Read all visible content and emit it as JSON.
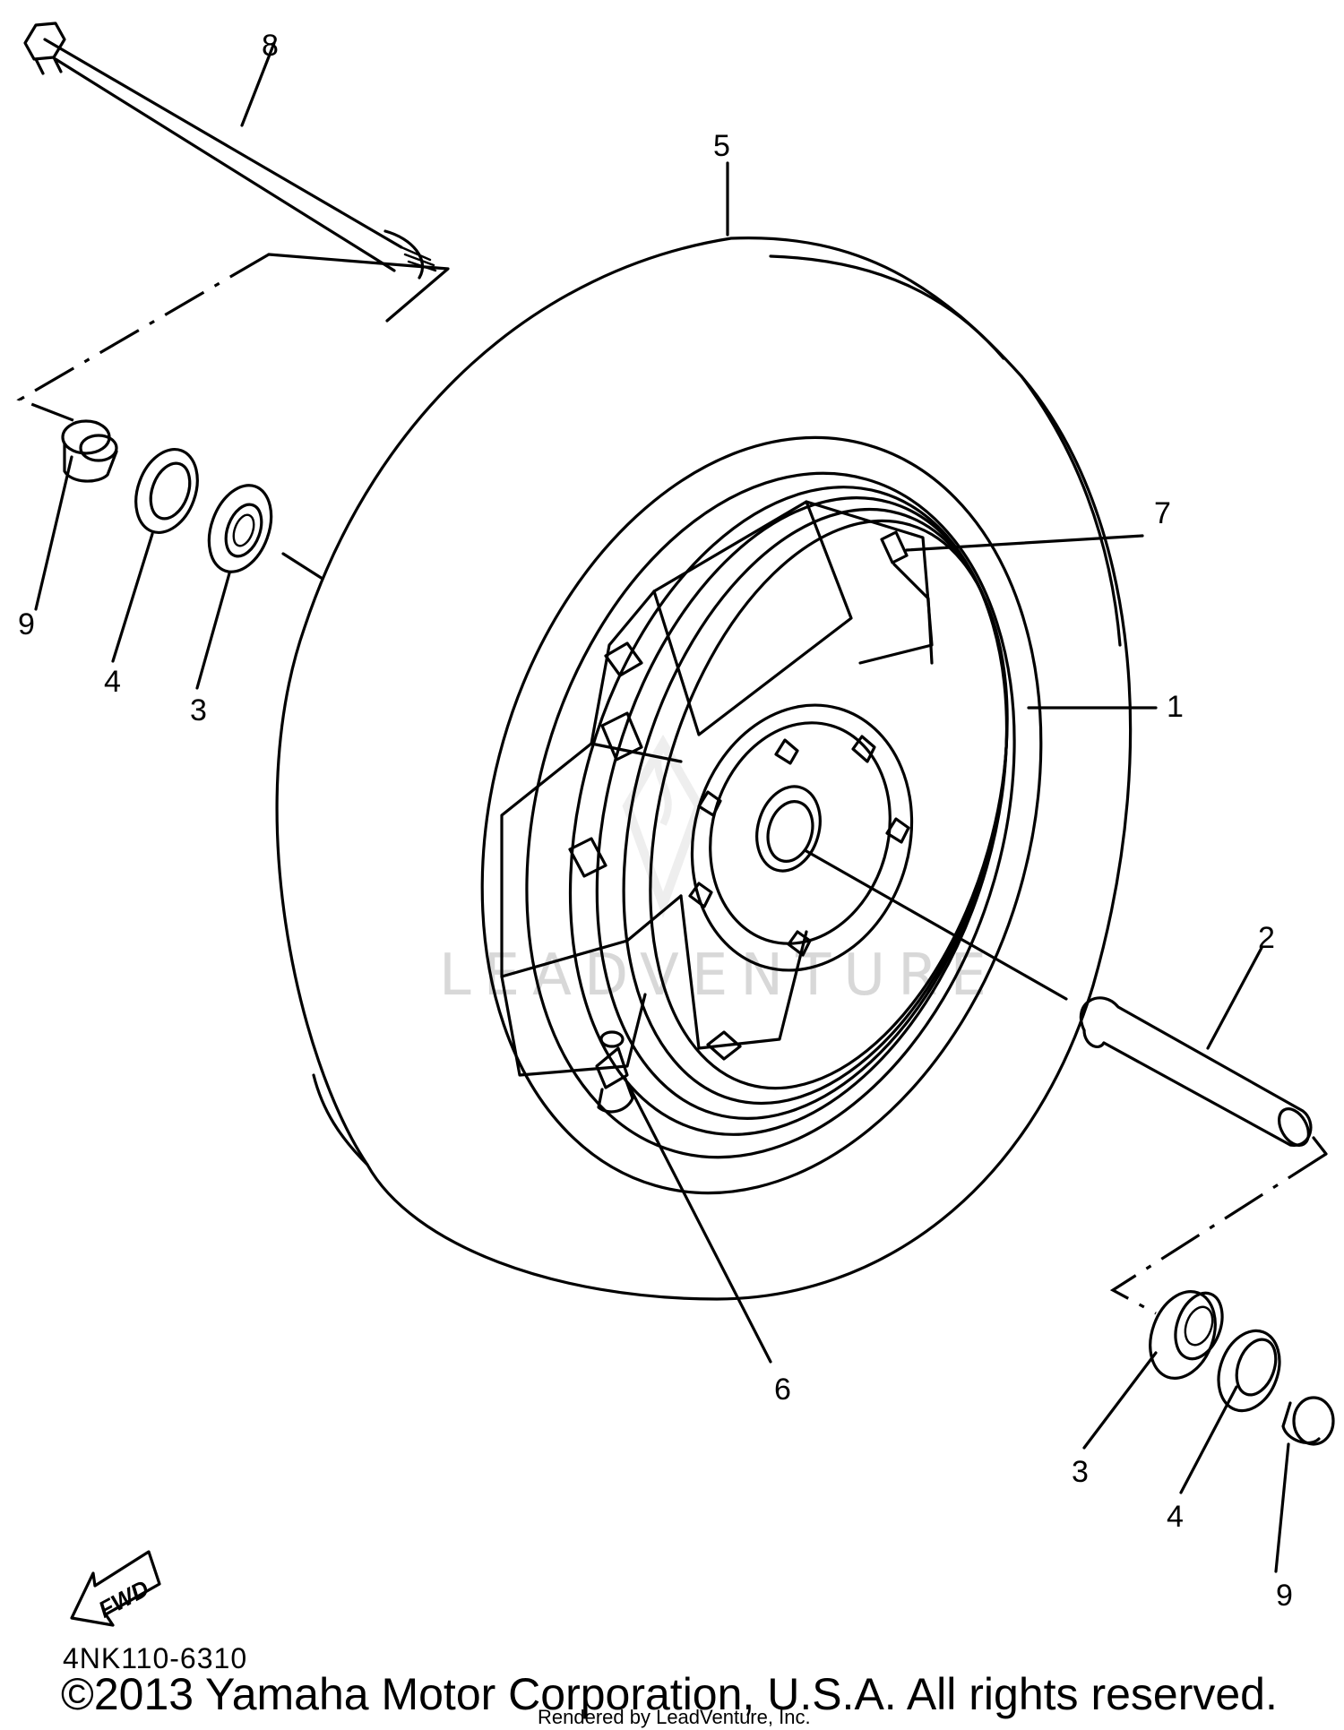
{
  "callouts": {
    "c1": "1",
    "c2": "2",
    "c3a": "3",
    "c3b": "3",
    "c4a": "4",
    "c4b": "4",
    "c5": "5",
    "c6": "6",
    "c7": "7",
    "c8": "8",
    "c9a": "9",
    "c9b": "9"
  },
  "fwd_label": "FWD",
  "watermark": "LEADVENTURE",
  "diagram_code": "4NK110-6310",
  "copyright": "©2013 Yamaha Motor Corporation, U.S.A. All rights reserved.",
  "rendered_by": "Rendered by LeadVenture, Inc."
}
